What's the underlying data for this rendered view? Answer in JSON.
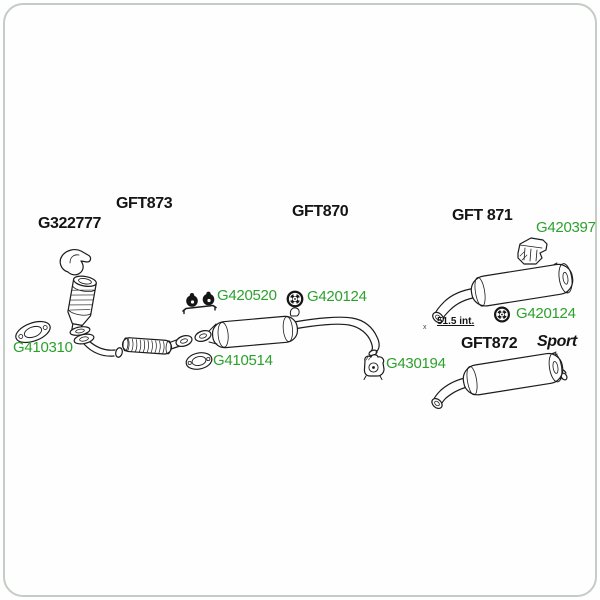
{
  "panel": {
    "background": "#fdfefd",
    "border_color": "#c5cbc5"
  },
  "palette": {
    "part_link_green": "#2da02d",
    "title_black": "#141414",
    "line_ink": "#1c1c1c"
  },
  "kit_titles": {
    "gft873": "GFT873",
    "g322777": "G322777",
    "gft870": "GFT870",
    "gft871": "GFT 871",
    "gft872": "GFT872",
    "sport_variant": "Sport"
  },
  "part_numbers": {
    "g410310": "G410310",
    "g420520": "G420520",
    "g420124_mid": "G420124",
    "g410514": "G410514",
    "g430194": "G430194",
    "g420397": "G420397",
    "g420124_rear": "G420124"
  },
  "annotations": {
    "inlet_diameter_note": "51.5 int.",
    "stray_mark": "x"
  },
  "illustrations": [
    {
      "id": "catalytic-converter",
      "for_part": "G322777"
    },
    {
      "id": "front-flange-gasket",
      "for_part": "G410310"
    },
    {
      "id": "downpipe-with-flex-section",
      "for_part": "GFT873"
    },
    {
      "id": "intermediate-gasket",
      "for_part": "G410514"
    },
    {
      "id": "rubber-hanger-pair",
      "for_part": "G420520"
    },
    {
      "id": "ring-hanger",
      "for_part": "G420124"
    },
    {
      "id": "middle-silencer-with-tailpipe",
      "for_part": "GFT870"
    },
    {
      "id": "rubber-mount-block",
      "for_part": "G420397"
    },
    {
      "id": "rear-silencer",
      "for_part": "GFT 871"
    },
    {
      "id": "ring-hanger-rear",
      "for_part": "G420124"
    },
    {
      "id": "bracket-hanger",
      "for_part": "G430194"
    },
    {
      "id": "sport-rear-silencer",
      "for_part": "GFT872"
    }
  ]
}
